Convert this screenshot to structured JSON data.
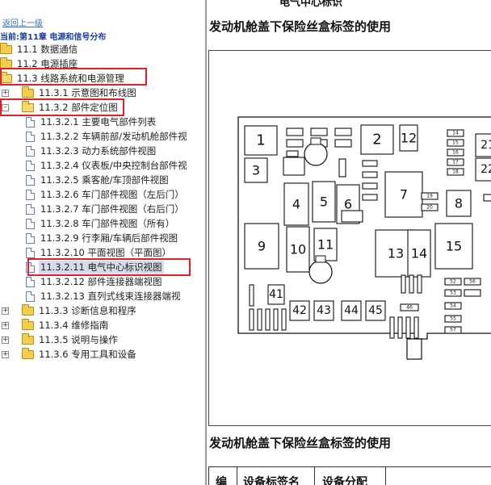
{
  "tree": {
    "back_link": "返回上一级",
    "chapter": "当前:第11章 电源和信号分布",
    "nodes": [
      {
        "label": "11.1 数据通信",
        "kind": "folder"
      },
      {
        "label": "11.2 电源插座",
        "kind": "folder"
      },
      {
        "label": "11.3 线路系统和电源管理",
        "kind": "folder-open"
      },
      {
        "label": "11.3.1 示意图和布线图",
        "kind": "folder"
      },
      {
        "label": "11.3.2 部件定位图",
        "kind": "folder-open"
      },
      {
        "label": "11.3.2.1 主要电气部件列表",
        "kind": "doc"
      },
      {
        "label": "11.3.2.2 车辆前部/发动机舱部件视",
        "kind": "doc"
      },
      {
        "label": "11.3.2.3 动力系统部件视图",
        "kind": "doc"
      },
      {
        "label": "11.3.2.4 仪表板/中央控制台部件视",
        "kind": "doc"
      },
      {
        "label": "11.3.2.5 乘客舱/车顶部件视图",
        "kind": "doc"
      },
      {
        "label": "11.3.2.6 车门部件视图（左后门）",
        "kind": "doc"
      },
      {
        "label": "11.3.2.7 车门部件视图（右后门）",
        "kind": "doc"
      },
      {
        "label": "11.3.2.8 车门部件视图（所有）",
        "kind": "doc"
      },
      {
        "label": "11.3.2.9 行李厢/车辆后部件视图",
        "kind": "doc"
      },
      {
        "label": "11.3.2.10 平面视图（平面图）",
        "kind": "doc"
      },
      {
        "label": "11.3.2.11 电气中心标识视图",
        "kind": "doc",
        "selected": true
      },
      {
        "label": "11.3.2.12 部件连接器端视图",
        "kind": "doc"
      },
      {
        "label": "11.3.2.13 直列式线束连接器端视",
        "kind": "doc"
      },
      {
        "label": "11.3.3 诊断信息和程序",
        "kind": "folder"
      },
      {
        "label": "11.3.4 维修指南",
        "kind": "folder"
      },
      {
        "label": "11.3.5 说明与操作",
        "kind": "folder"
      },
      {
        "label": "11.3.6 专用工具和设备",
        "kind": "folder"
      }
    ]
  },
  "content": {
    "top_cut_text": "电气中心标识",
    "heading_1": "发动机舱盖下保险丝盒标签的使用",
    "heading_2": "发动机舱盖下保险丝盒标签的使用",
    "table_headers": [
      "编",
      "设备标签名",
      "设备分配"
    ]
  },
  "diagram": {
    "labels": [
      "1",
      "2",
      "3",
      "4",
      "5",
      "6",
      "7",
      "8",
      "9",
      "10",
      "11",
      "12",
      "13",
      "14",
      "15",
      "21",
      "22",
      "41",
      "42",
      "43",
      "44",
      "45"
    ],
    "small_labels": [
      "14",
      "15",
      "16",
      "17",
      "18",
      "19",
      "20",
      "46",
      "52",
      "53",
      "54",
      "55",
      "56",
      "57"
    ]
  }
}
